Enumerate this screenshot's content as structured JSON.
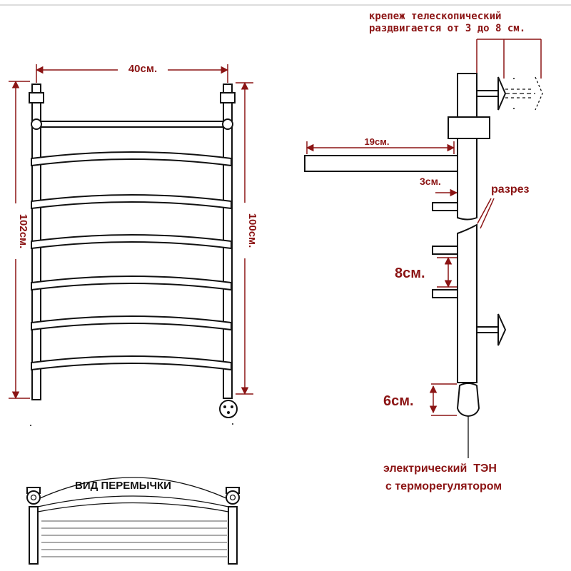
{
  "colors": {
    "dimension": "#8b1414",
    "outline": "#111111",
    "background": "#ffffff"
  },
  "front_view": {
    "width_label": "40см.",
    "height_outer_label": "102см.",
    "height_inner_label": "100см."
  },
  "side_view": {
    "mount_label_line1": "крепеж телескопический",
    "mount_label_line2": "раздвигается от 3 до 8 см.",
    "shelf_depth_label": "19см.",
    "wall_gap_label": "3см.",
    "cut_label": "разрез",
    "rail_spacing_label": "8см.",
    "heater_length_label": "6см.",
    "heater_label_line1": "электрический  ТЭН",
    "heater_label_line2": "с терморегулятором"
  },
  "jumper_view": {
    "title": "ВИД ПЕРЕМЫЧКИ"
  }
}
